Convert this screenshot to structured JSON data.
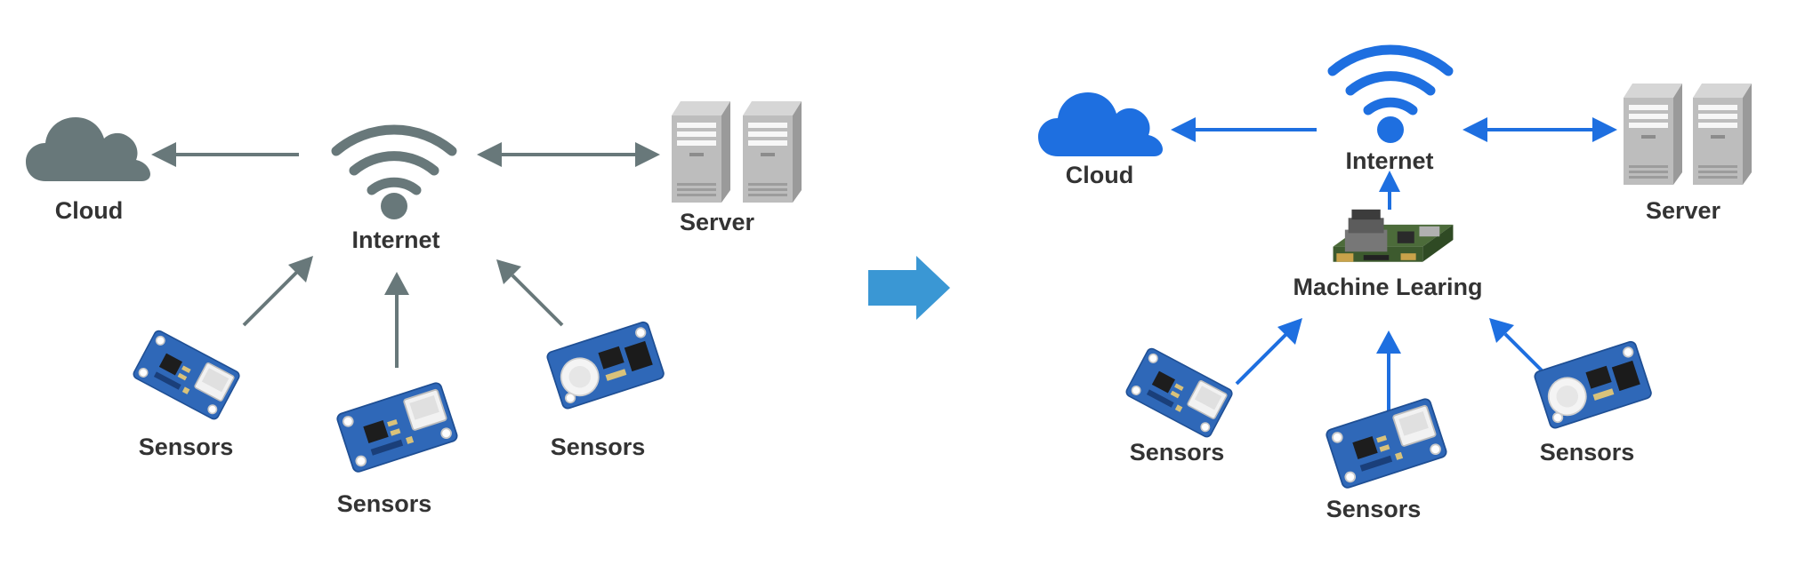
{
  "colors": {
    "before_accent": "#68787a",
    "after_accent": "#1e6fe0",
    "transition_arrow": "#3a97d4",
    "label_text": "#333333",
    "sensor_board": "#2f68b8",
    "server_body": "#b9b9b9"
  },
  "icons": [
    "cloud-icon",
    "wifi-icon",
    "server-icon",
    "sensor-board-icon",
    "ml-board-icon",
    "right-arrow-icon"
  ],
  "before": {
    "cloud_label": "Cloud",
    "internet_label": "Internet",
    "server_label": "Server",
    "sensor_labels": [
      "Sensors",
      "Sensors",
      "Sensors"
    ]
  },
  "after": {
    "cloud_label": "Cloud",
    "internet_label": "Internet",
    "server_label": "Server",
    "ml_label": "Machine Learing",
    "sensor_labels": [
      "Sensors",
      "Sensors",
      "Sensors"
    ]
  }
}
